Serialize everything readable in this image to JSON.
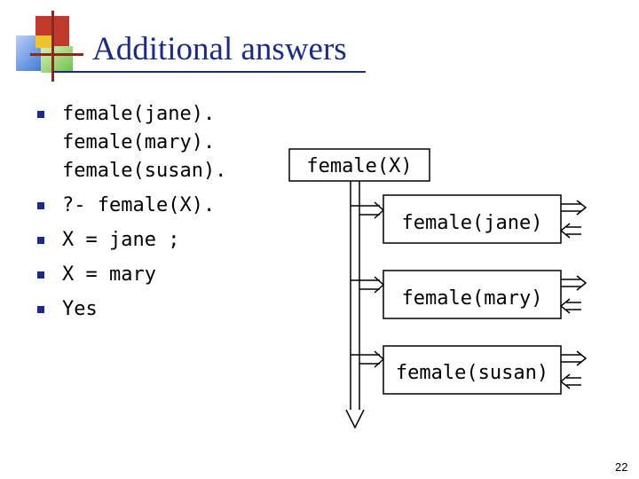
{
  "slide": {
    "title": "Additional answers",
    "page_number": "22"
  },
  "bullets": [
    {
      "lines": [
        "female(jane).",
        "female(mary).",
        "female(susan)."
      ]
    },
    {
      "lines": [
        "?- female(X)."
      ]
    },
    {
      "lines": [
        "X = jane ;"
      ]
    },
    {
      "lines": [
        "X = mary"
      ]
    },
    {
      "lines": [
        "Yes"
      ]
    }
  ],
  "diagram": {
    "goal": "female(X)",
    "clauses": [
      "female(jane)",
      "female(mary)",
      "female(susan)"
    ]
  },
  "colors": {
    "title": "#1b2a8c",
    "bullet": "#1b2a8c",
    "logo_red": "#c0392b",
    "logo_blue": "#2e6bd6",
    "logo_green": "#6ec04a",
    "logo_yellow": "#f2c12e"
  }
}
